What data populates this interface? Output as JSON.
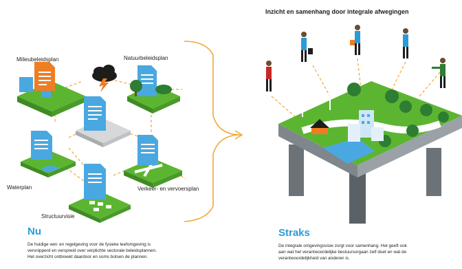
{
  "top_title": "Inzicht en samenhang door integrale afwegingen",
  "left_labels": {
    "milieu": "Milieubeleidsplan",
    "natuur": "Natuurbeleidsplan",
    "water": "Waterplan",
    "verkeer": "Verkeer- en vervoersplan",
    "structuur": "Structuurvisie"
  },
  "left_heading": "Nu",
  "left_text": [
    "De huidige wet- en regelgeving voor de fysieke leefomgeving is",
    "versnipperd en verspreid over verplichte sectorale beleidsplannen.",
    "Het overzicht ontbreekt daardoor en soms botsen de plannen."
  ],
  "right_heading": "Straks",
  "right_text": [
    "De integrale omgevingsvisie zorgt voor samenhang. Het geeft ook",
    "aan wat het verantwoordelijke bestuursorgaan zelf doet en wat de",
    "verantwoordelijkheid van anderen is."
  ],
  "colors": {
    "accent_blue": "#2a9bd6",
    "doc_blue": "#4aa8e0",
    "doc_orange": "#ef7d22",
    "tile_green": "#5cb531",
    "dashed_orange": "#f3a738",
    "platform_grey": "#6b7378"
  }
}
